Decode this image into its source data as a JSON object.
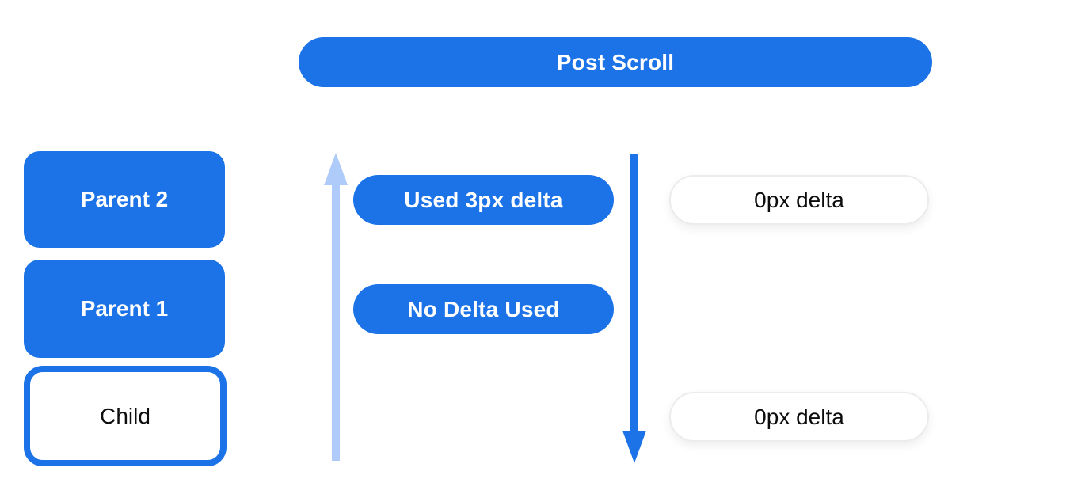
{
  "header": {
    "title": "Post Scroll"
  },
  "colors": {
    "primary_blue": "#1c73e8",
    "light_blue": "#aecbfa",
    "pill_border": "#ececec",
    "text_dark": "#0d0d0d",
    "text_light": "#ffffff",
    "background": "#ffffff"
  },
  "scroll_nodes": [
    {
      "label": "Parent 2",
      "variant": "filled"
    },
    {
      "label": "Parent 1",
      "variant": "filled"
    },
    {
      "label": "Child",
      "variant": "outlined"
    }
  ],
  "delta_annotations": {
    "consumed": [
      {
        "label": "Used 3px delta"
      },
      {
        "label": "No Delta Used"
      }
    ],
    "remaining": [
      {
        "label": "0px delta"
      },
      {
        "label": "0px delta"
      }
    ]
  },
  "icons": {
    "up_arrow": "scroll-up-arrow-icon",
    "down_arrow": "scroll-down-arrow-icon"
  }
}
